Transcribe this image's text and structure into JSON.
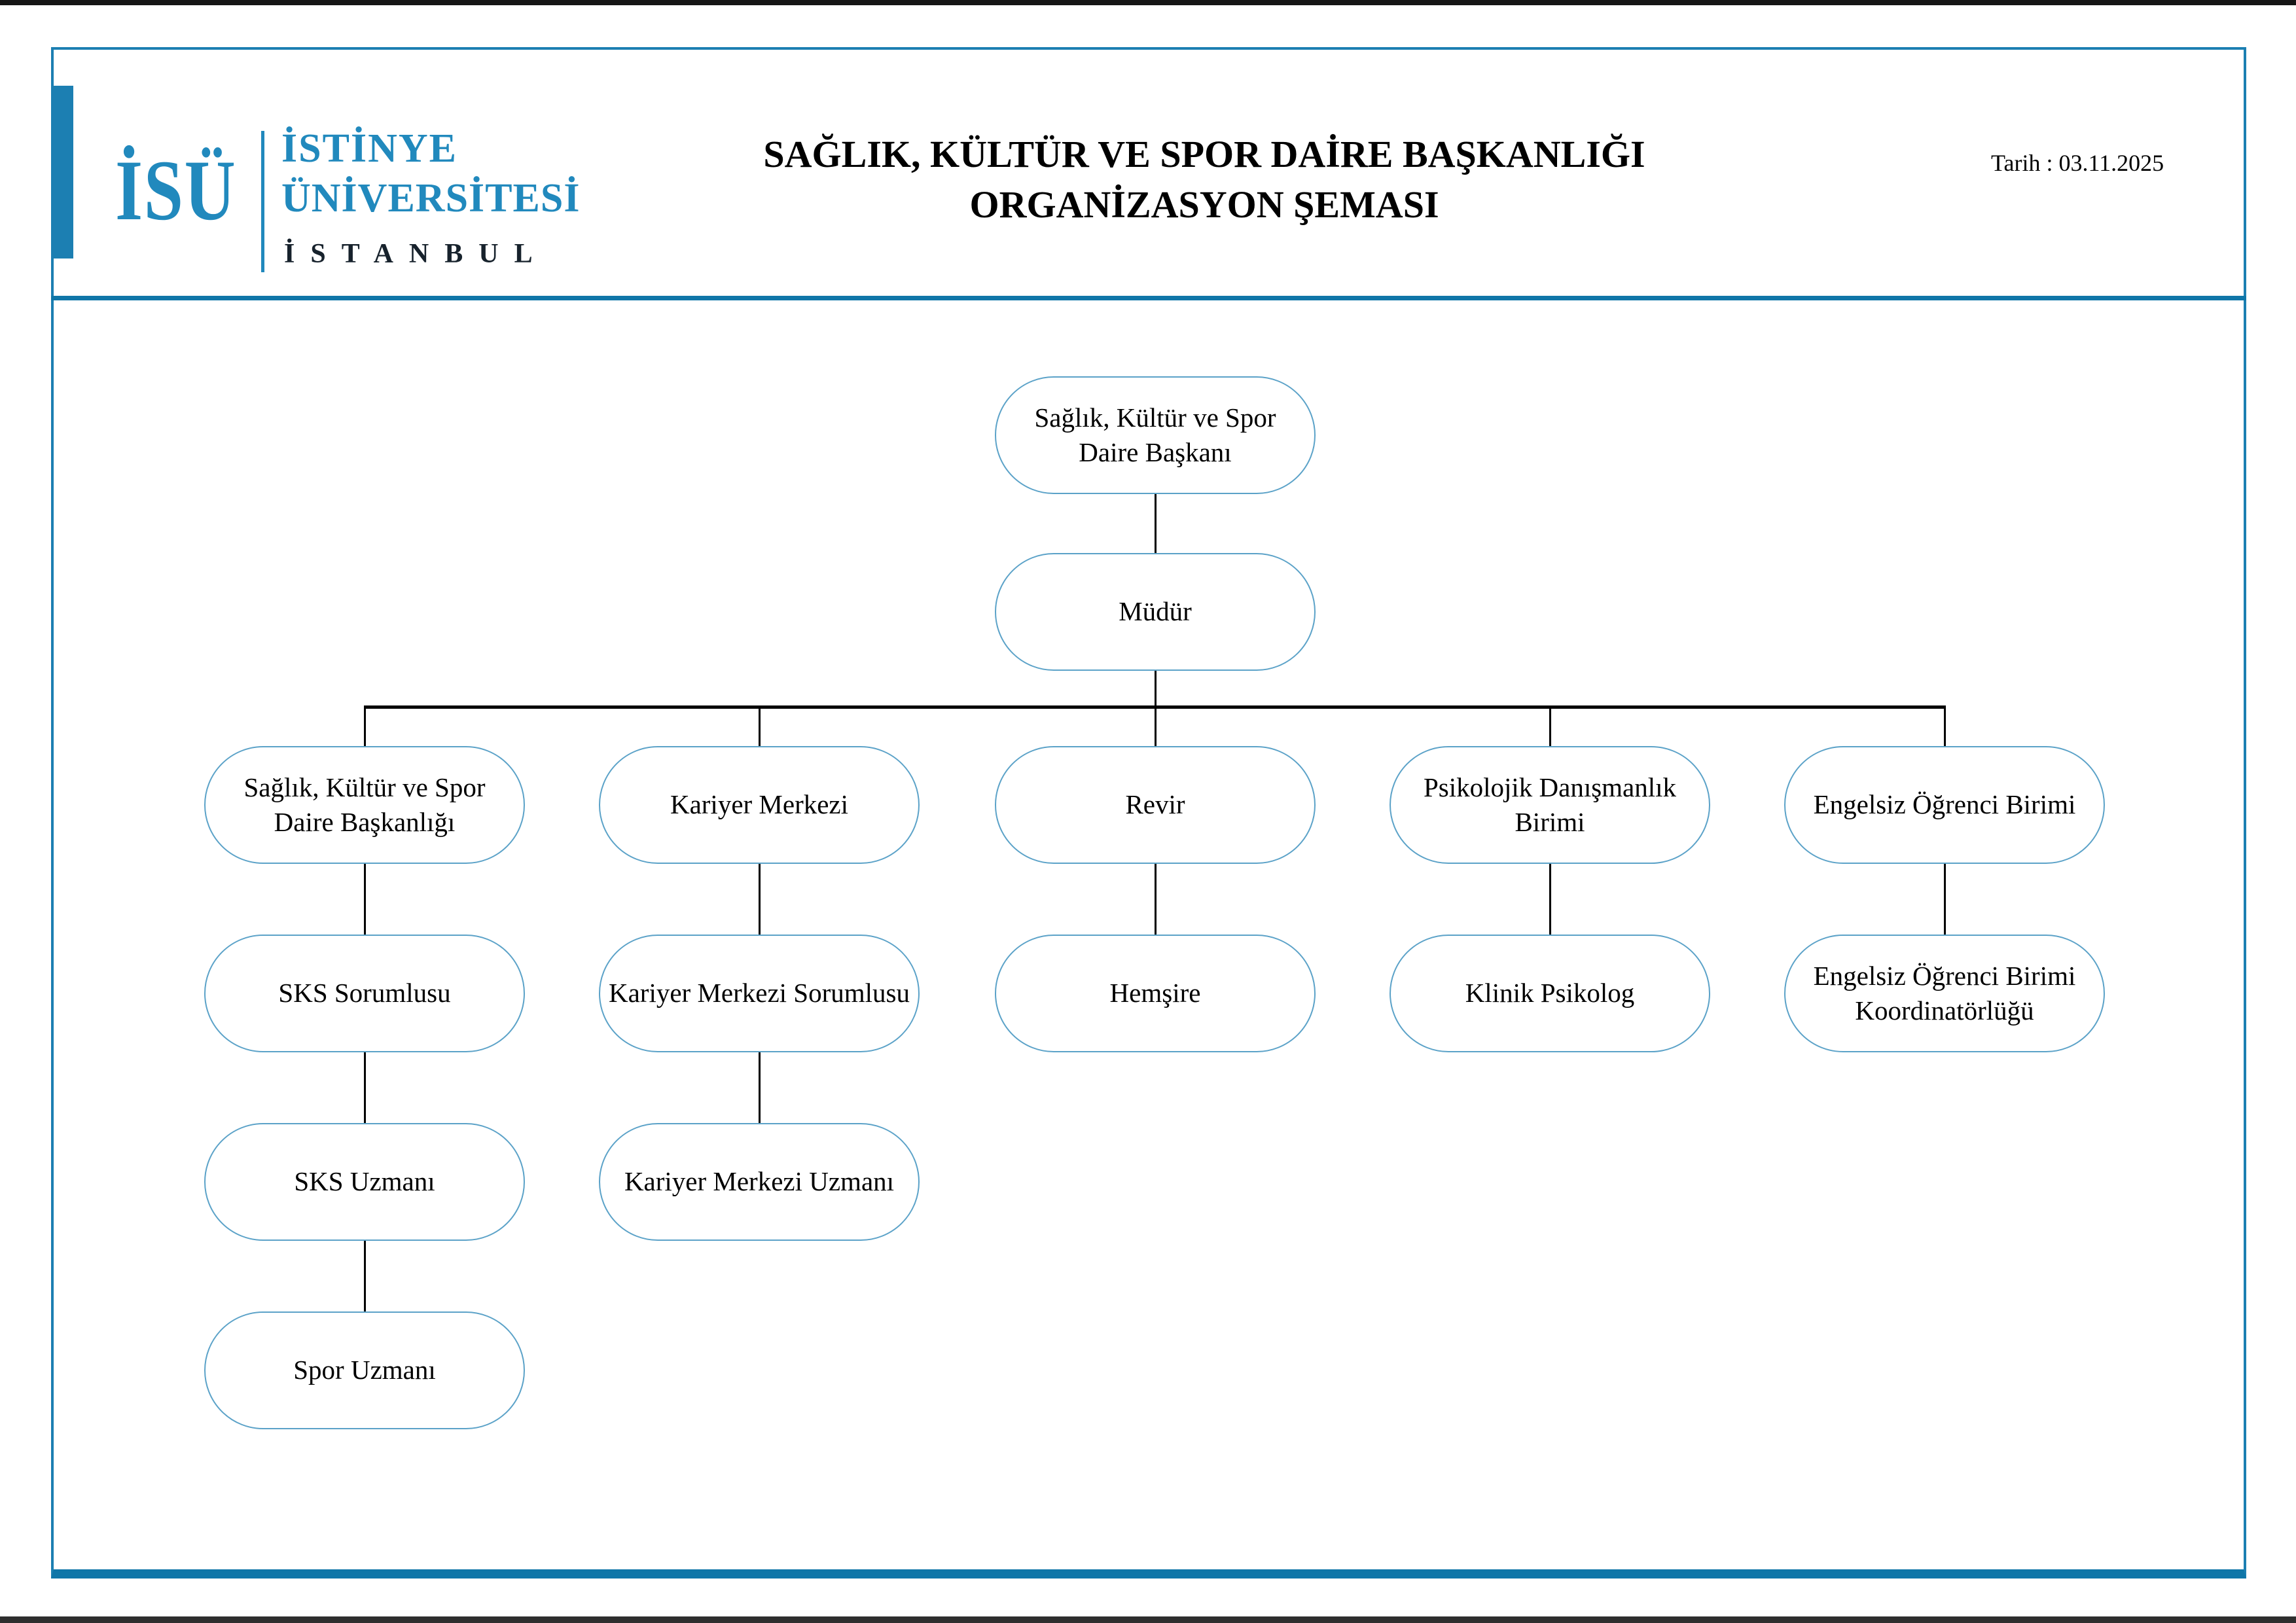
{
  "header": {
    "title_line1": "SAĞLIK, KÜLTÜR VE SPOR DAİRE BAŞKANLIĞI",
    "title_line2": "ORGANİZASYON ŞEMASI",
    "date": "Tarih : 03.11.2025"
  },
  "logo": {
    "acronym": "İSÜ",
    "name_line1": "İSTİNYE",
    "name_line2": "ÜNİVERSİTESİ",
    "city": "İSTANBUL"
  },
  "colors": {
    "accent": "#1c7fb2",
    "accent_dark": "#0f76a8",
    "logo_blue": "#2189bd",
    "node_border": "#5ba2c8",
    "connector": "#000000"
  },
  "nodes": [
    {
      "id": "baskan",
      "label": "Sağlık, Kültür ve Spor Daire Başkanı",
      "row": 1,
      "col": 3,
      "parent": null
    },
    {
      "id": "mudur",
      "label": "Müdür",
      "row": 2,
      "col": 3,
      "parent": "baskan"
    },
    {
      "id": "sks-daire-baskanligi",
      "label": "Sağlık, Kültür ve Spor Daire Başkanlığı",
      "row": 3,
      "col": 1,
      "parent": "mudur"
    },
    {
      "id": "kariyer-merkezi",
      "label": "Kariyer Merkezi",
      "row": 3,
      "col": 2,
      "parent": "mudur"
    },
    {
      "id": "revir",
      "label": "Revir",
      "row": 3,
      "col": 3,
      "parent": "mudur"
    },
    {
      "id": "psikolojik-danismanlik-birimi",
      "label": "Psikolojik Danışmanlık Birimi",
      "row": 3,
      "col": 4,
      "parent": "mudur"
    },
    {
      "id": "engelsiz-ogrenci-birimi",
      "label": "Engelsiz Öğrenci Birimi",
      "row": 3,
      "col": 5,
      "parent": "mudur"
    },
    {
      "id": "sks-sorumlusu",
      "label": "SKS Sorumlusu",
      "row": 4,
      "col": 1,
      "parent": "sks-daire-baskanligi"
    },
    {
      "id": "kariyer-merkezi-sorumlusu",
      "label": "Kariyer Merkezi Sorumlusu",
      "row": 4,
      "col": 2,
      "parent": "kariyer-merkezi"
    },
    {
      "id": "hemsire",
      "label": "Hemşire",
      "row": 4,
      "col": 3,
      "parent": "revir"
    },
    {
      "id": "klinik-psikolog",
      "label": "Klinik Psikolog",
      "row": 4,
      "col": 4,
      "parent": "psikolojik-danismanlik-birimi"
    },
    {
      "id": "engelsiz-ogrenci-birimi-koordinatorlugu",
      "label": "Engelsiz Öğrenci Birimi Koordinatörlüğü",
      "row": 4,
      "col": 5,
      "parent": "engelsiz-ogrenci-birimi"
    },
    {
      "id": "sks-uzmani",
      "label": "SKS Uzmanı",
      "row": 5,
      "col": 1,
      "parent": "sks-sorumlusu"
    },
    {
      "id": "kariyer-merkezi-uzmani",
      "label": "Kariyer Merkezi Uzmanı",
      "row": 5,
      "col": 2,
      "parent": "kariyer-merkezi-sorumlusu"
    },
    {
      "id": "spor-uzmani",
      "label": "Spor Uzmanı",
      "row": 6,
      "col": 1,
      "parent": "sks-uzmani"
    }
  ]
}
